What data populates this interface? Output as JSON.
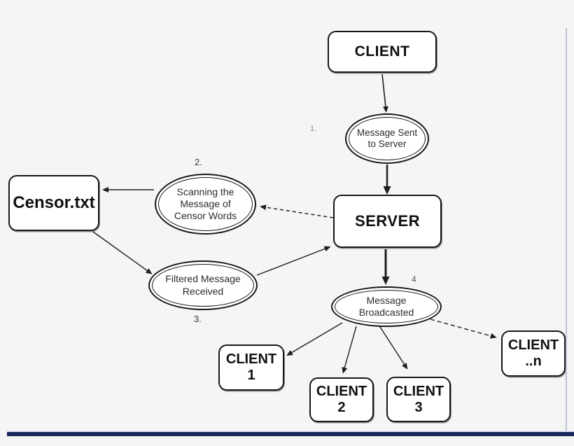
{
  "nodes": {
    "client_top": {
      "label": "CLIENT"
    },
    "message_sent": {
      "line1": "Message Sent",
      "line2": "to Server"
    },
    "server": {
      "label": "SERVER"
    },
    "scanning": {
      "line1": "Scanning the",
      "line2": "Message of",
      "line3": "Censor Words"
    },
    "censor_file": {
      "label": "Censor.txt"
    },
    "filtered": {
      "line1": "Filtered Message",
      "line2": "Received"
    },
    "broadcast": {
      "line1": "Message",
      "line2": "Broadcasted"
    },
    "client1": {
      "line1": "CLIENT",
      "line2": "1"
    },
    "client2": {
      "line1": "CLIENT",
      "line2": "2"
    },
    "client3": {
      "line1": "CLIENT",
      "line2": "3"
    },
    "clientn": {
      "line1": "CLIENT",
      "line2": "..n"
    }
  },
  "step_labels": {
    "step1": "1.",
    "step2": "2.",
    "step3": "3.",
    "step4": "4"
  },
  "edges": [
    {
      "from": "client_top",
      "to": "message_sent",
      "style": "solid"
    },
    {
      "from": "message_sent",
      "to": "server",
      "style": "solid-thick"
    },
    {
      "from": "scanning",
      "to": "censor_file",
      "style": "solid"
    },
    {
      "from": "server",
      "to": "scanning",
      "style": "dashed"
    },
    {
      "from": "censor_file",
      "to": "filtered",
      "style": "solid"
    },
    {
      "from": "filtered",
      "to": "server",
      "style": "solid"
    },
    {
      "from": "server",
      "to": "broadcast",
      "style": "solid-thick"
    },
    {
      "from": "broadcast",
      "to": "client1",
      "style": "solid"
    },
    {
      "from": "broadcast",
      "to": "client2",
      "style": "solid"
    },
    {
      "from": "broadcast",
      "to": "client3",
      "style": "solid"
    },
    {
      "from": "broadcast",
      "to": "clientn",
      "style": "dashed"
    }
  ],
  "colors": {
    "background": "#f5f5f6",
    "node_fill": "#ffffff",
    "node_border": "#161616",
    "edge": "#1f1f1f",
    "bottom_bar": "#16295b",
    "bottom_bar_highlight": "#dfe4f3",
    "right_rule": "#bcc3d2"
  }
}
